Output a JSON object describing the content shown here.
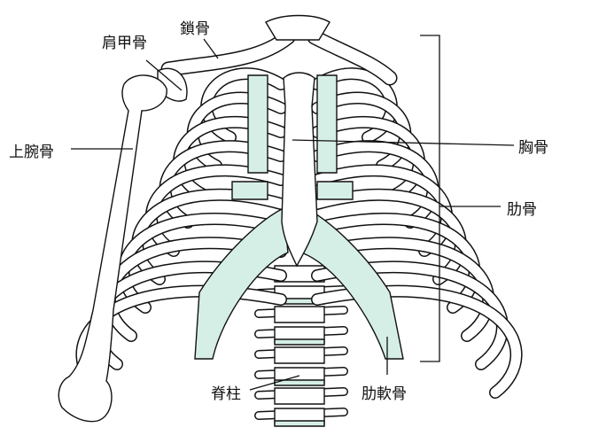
{
  "labels": {
    "scapula": "肩甲骨",
    "clavicle": "鎖骨",
    "humerus": "上腕骨",
    "sternum": "胸骨",
    "ribs": "肋骨",
    "spine": "脊柱",
    "costal_cartilage": "肋軟骨"
  },
  "colors": {
    "cartilage": "#d6efe6",
    "bone": "#ffffff",
    "outline": "#111111"
  }
}
